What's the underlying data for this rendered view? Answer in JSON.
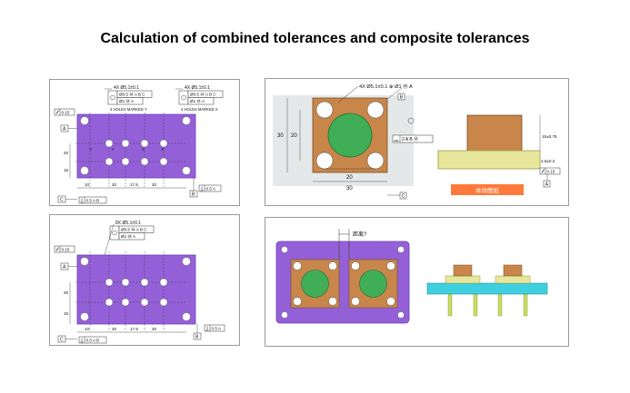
{
  "title": "Calculation of combined tolerances and composite tolerances",
  "panel1": {
    "left_fcf_line1": "4X  Ø5.1±0.1",
    "left_fcf_pos": "Ø0.5 Ⓜ A B C",
    "left_fcf_sub": "Ø1 Ⓜ A",
    "left_note": "4 HOLES MARKED Y",
    "right_fcf_line1": "4X  Ø5.1±0.1",
    "right_fcf_pos": "Ø0.5 Ⓜ A B C",
    "right_fcf_sub": "Ø1 Ⓜ A",
    "right_note": "4 HOLES MARKED X",
    "flatness": "0.15",
    "datum_a": "A",
    "datum_b": "B",
    "datum_c": "C",
    "perp_b": "0.5 A",
    "perp_c": "0.5 A B",
    "dim_20_vert": "20",
    "dim_15_vert": "15",
    "dim_10": "10",
    "dim_20_a": "20",
    "dim_17_5": "17.5",
    "dim_20_b": "20",
    "hole_y": "Y",
    "hole_x": "X"
  },
  "panel2": {
    "fcf": "4X  Ø5.1±0.1  ⊕  Ø1 Ⓜ  A",
    "datum_b": "B",
    "datum_c": "C",
    "profile": "2 A B Ⓜ",
    "dim_30_h": "30",
    "dim_20_h": "20",
    "dim_30_v": "30",
    "dim_20_v": "20",
    "side_dim_1": "15±0.75",
    "side_dim_2": "2.5±0.2",
    "side_flat": "0.15",
    "datum_a": "A",
    "body_label": "本体图纸"
  },
  "panel3": {
    "fcf_line1": "8X  Ø5.1±0.1",
    "fcf_pos": "Ø0.5 Ⓜ A B C",
    "fcf_sub": "Ø1 Ⓜ A",
    "flatness": "0.15",
    "datum_a": "A",
    "datum_b": "B",
    "datum_c": "C",
    "perp_b": "0.5 A",
    "perp_c": "0.5 A B",
    "dim_20_vert": "20",
    "dim_15_vert": "15",
    "dim_10": "10",
    "dim_20_a": "20",
    "dim_17_5": "17.5",
    "dim_20_b": "20"
  },
  "panel4": {
    "question": "距离?"
  },
  "colors": {
    "purple_plate": "#9460d8",
    "copper": "#c8864a",
    "green_circle": "#3fae57",
    "yellow_base": "#e6e79a",
    "cyan_plate": "#3fd0e0",
    "orange_label": "#ff7a3a"
  }
}
